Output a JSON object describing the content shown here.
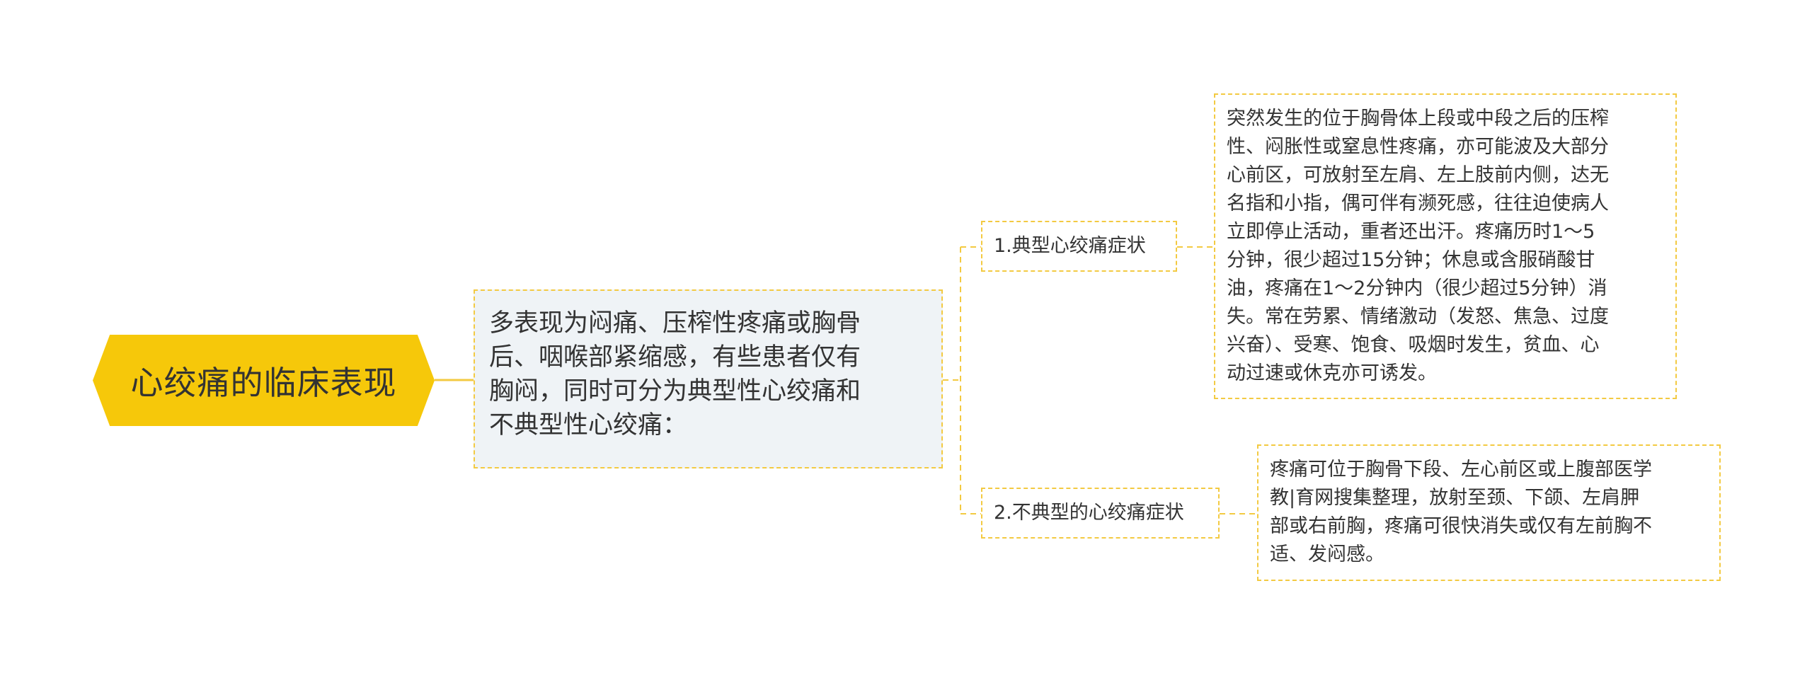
{
  "root": {
    "title": "心绞痛的临床表现"
  },
  "summary": {
    "lines": [
      "多表现为闷痛、压榨性疼痛或胸骨",
      "后、咽喉部紧缩感，有些患者仅有",
      "胸闷，同时可分为典型性心绞痛和",
      "不典型性心绞痛："
    ]
  },
  "branches": [
    {
      "label": "1.典型心绞痛症状",
      "detail": [
        "突然发生的位于胸骨体上段或中段之后的压榨",
        "性、闷胀性或窒息性疼痛，亦可能波及大部分",
        "心前区，可放射至左肩、左上肢前内侧，达无",
        "名指和小指，偶可伴有濒死感，往往迫使病人",
        "立即停止活动，重者还出汗。疼痛历时1～5",
        "分钟，很少超过15分钟；休息或含服硝酸甘",
        "油，疼痛在1～2分钟内（很少超过5分钟）消",
        "失。常在劳累、情绪激动（发怒、焦急、过度",
        "兴奋）、受寒、饱食、吸烟时发生，贫血、心",
        "动过速或休克亦可诱发。"
      ]
    },
    {
      "label": "2.不典型的心绞痛症状",
      "detail": [
        "疼痛可位于胸骨下段、左心前区或上腹部医学",
        "教|育网搜集整理，放射至颈、下颌、左肩胛",
        "部或右前胸，疼痛可很快消失或仅有左前胸不",
        "适、发闷感。"
      ]
    }
  ],
  "colors": {
    "root_fill": "#f6c80a",
    "border": "#f3ca42",
    "summary_fill": "#eff3f6",
    "text": "#333333"
  }
}
